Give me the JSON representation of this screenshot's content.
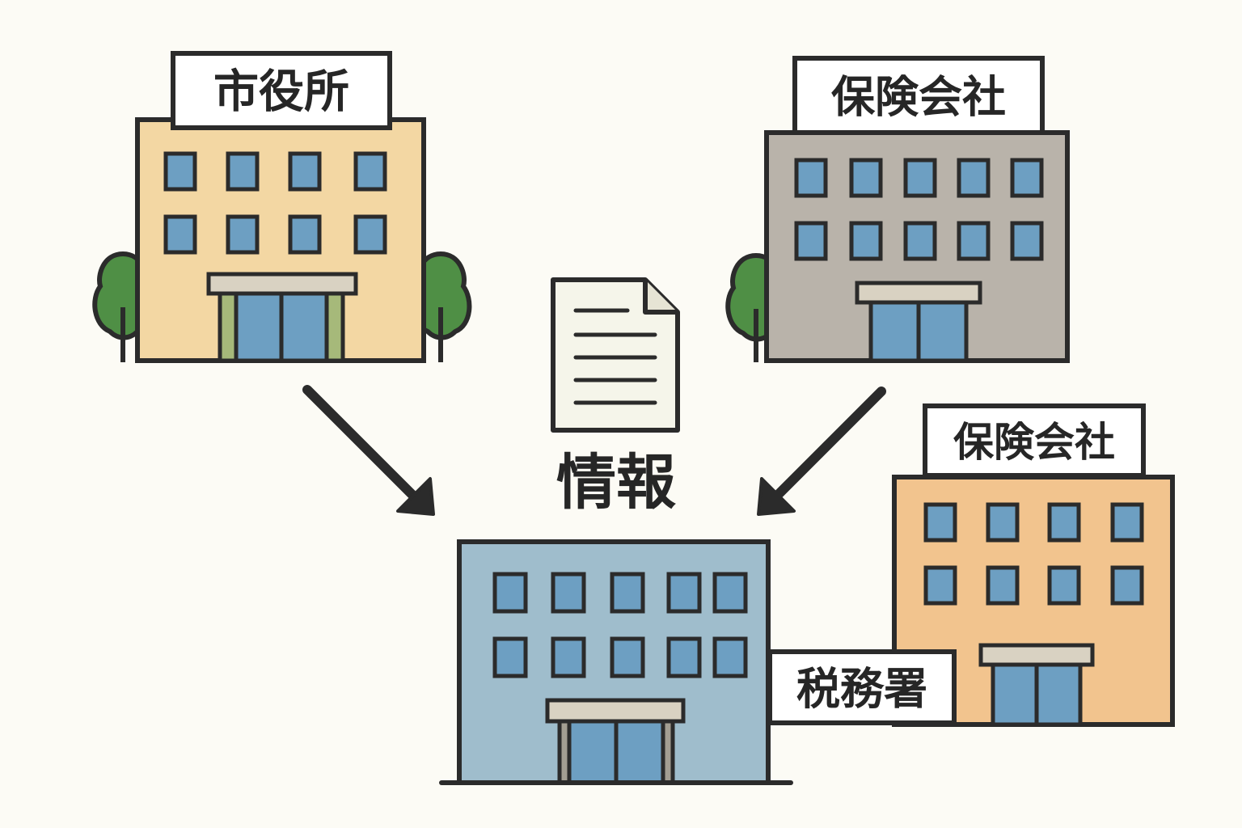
{
  "diagram": {
    "buildings": [
      {
        "id": "city-hall",
        "label": "市役所"
      },
      {
        "id": "insurance-company-top",
        "label": "保険会社"
      },
      {
        "id": "insurance-company-right",
        "label": "保険会社"
      },
      {
        "id": "tax-office",
        "label": "税務署"
      }
    ],
    "document": {
      "label": "情報"
    },
    "flows": [
      {
        "from": "市役所",
        "to": "税務署"
      },
      {
        "from": "保険会社",
        "to": "税務署"
      }
    ],
    "colors": {
      "background": "#fcfbf5",
      "outline": "#2b2b2b",
      "city_hall_wall": "#f3d7a3",
      "insurance_top_wall": "#b9b3aa",
      "insurance_right_wall": "#f2c48e",
      "tax_office_wall": "#9fbdcc",
      "window": "#6d9fc2",
      "tree": "#4f8f45",
      "document": "#f5f5ea"
    }
  }
}
